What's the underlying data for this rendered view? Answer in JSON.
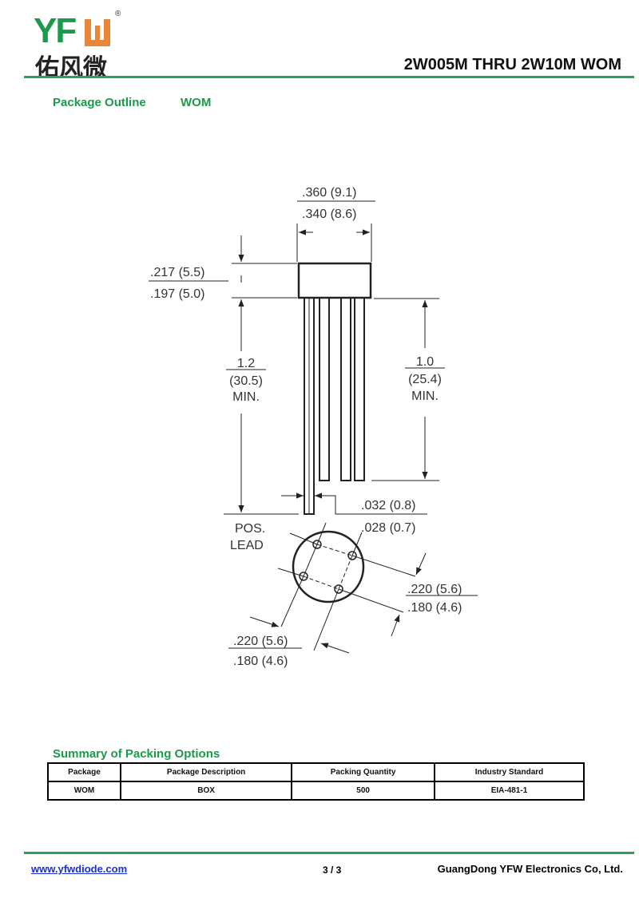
{
  "header": {
    "logo_text": "YFW",
    "logo_cn": "佑风微",
    "title": "2W005M THRU 2W10M  WOM"
  },
  "section": {
    "package_outline_label": "Package Outline",
    "package_name": "WOM"
  },
  "drawing": {
    "width_max": ".360 (9.1)",
    "width_min": ".340 (8.6)",
    "height_max": ".217 (5.5)",
    "height_min": ".197 (5.0)",
    "pos_lead_len": "1.2",
    "pos_lead_len_mm": "(30.5)",
    "pos_lead_min": "MIN.",
    "lead_len": "1.0",
    "lead_len_mm": "(25.4)",
    "lead_min": "MIN.",
    "lead_dia_max": ".032 (0.8)",
    "lead_dia_min": ".028 (0.7)",
    "pos_label_1": "POS.",
    "pos_label_2": "LEAD",
    "spacing_r_max": ".220 (5.6)",
    "spacing_r_min": ".180 (4.6)",
    "spacing_l_max": ".220 (5.6)",
    "spacing_l_min": ".180 (4.6)"
  },
  "packing": {
    "title": "Summary of Packing Options",
    "headers": [
      "Package",
      "Package Description",
      "Packing Quantity",
      "Industry Standard"
    ],
    "rows": [
      [
        "WOM",
        "BOX",
        "500",
        "EIA-481-1"
      ]
    ]
  },
  "footer": {
    "website": "www.yfwdiode.com",
    "page": "3 / 3",
    "company": "GuangDong YFW Electronics Co, Ltd."
  },
  "colors": {
    "brand_green": "#1a9a4a",
    "brand_orange": "#e8873a"
  }
}
